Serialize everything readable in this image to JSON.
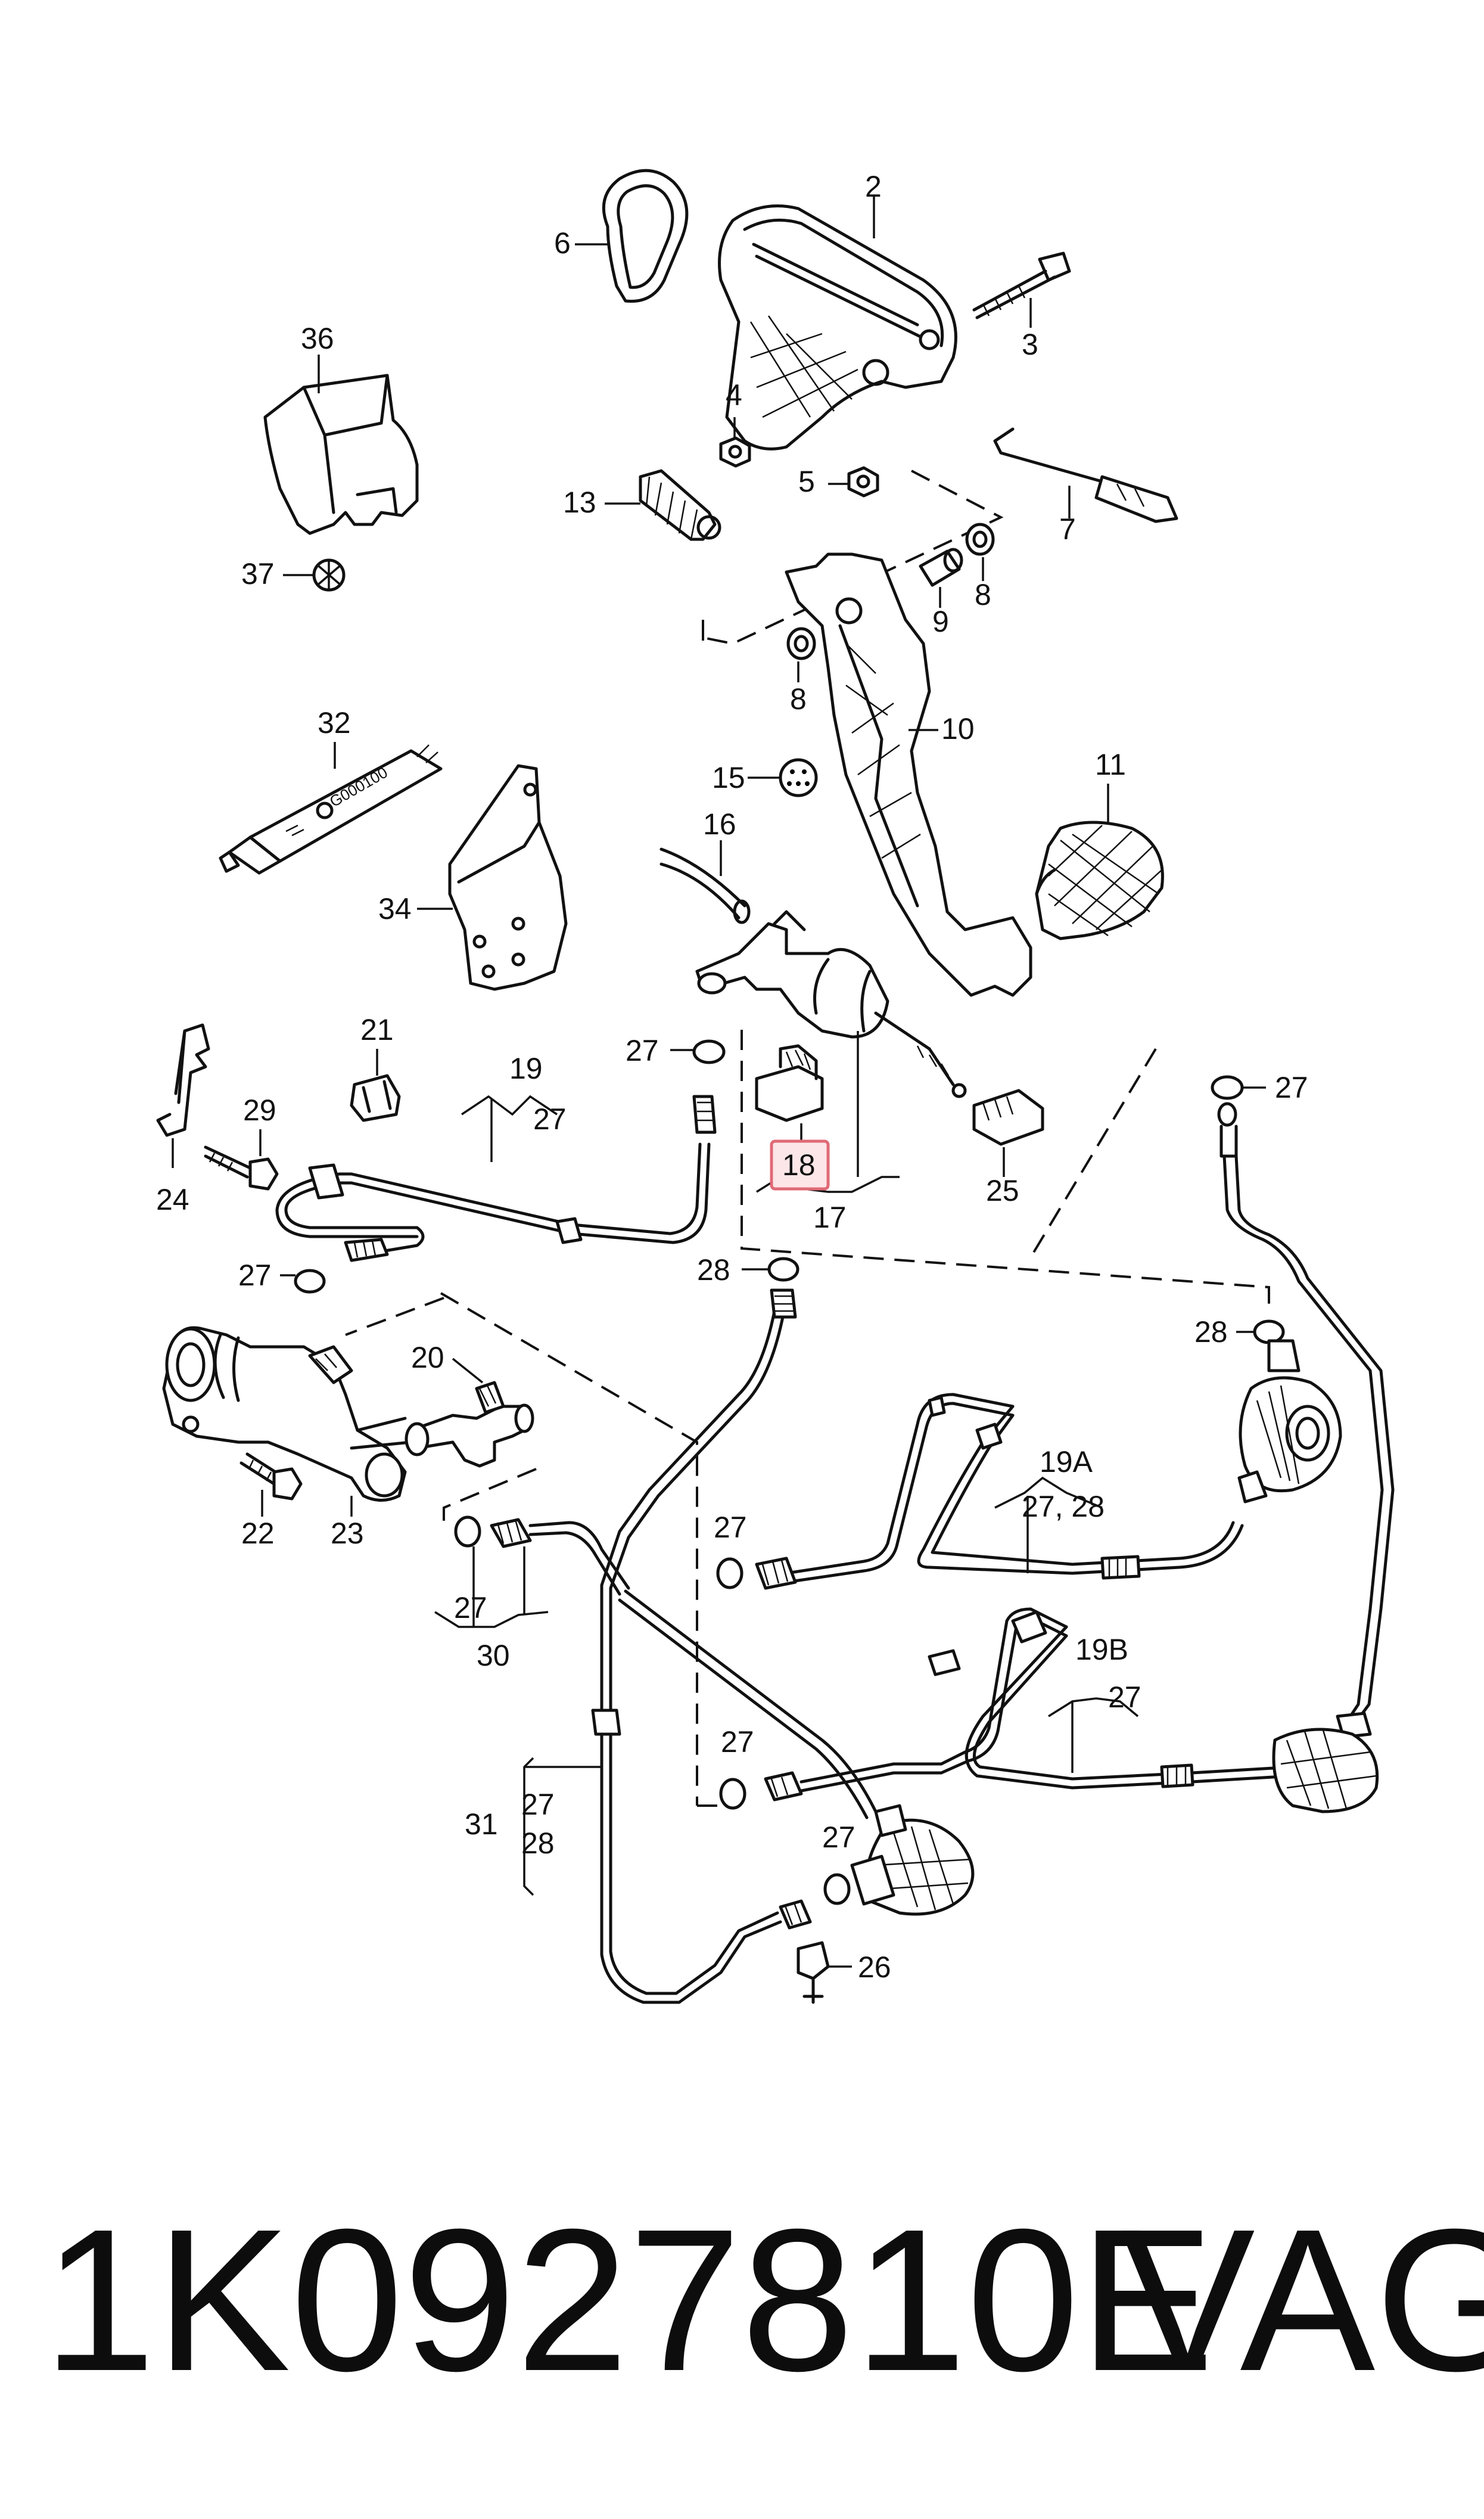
{
  "callouts": {
    "c2": "2",
    "c3": "3",
    "c4": "4",
    "c5": "5",
    "c6": "6",
    "c7": "7",
    "c8a": "8",
    "c8b": "8",
    "c9": "9",
    "c10": "10",
    "c11": "11",
    "c13": "13",
    "c15": "15",
    "c16": "16",
    "c17": "17",
    "c18": "18",
    "c19": "19",
    "c19_27": "27",
    "c19A": "19A",
    "c19A_2728": "27, 28",
    "c19B": "19B",
    "c19B_27": "27",
    "c20": "20",
    "c21": "21",
    "c22": "22",
    "c23": "23",
    "c24": "24",
    "c25": "25",
    "c26": "26",
    "c27a": "27",
    "c27b": "27",
    "c27c": "27",
    "c27d": "27",
    "c27e": "27",
    "c27f": "27",
    "c28a": "28",
    "c28b": "28",
    "c29": "29",
    "c30": "30",
    "c30_27": "27",
    "c31": "31",
    "c31_27": "27",
    "c31_28": "28",
    "c32": "32",
    "c34": "34",
    "c36": "36",
    "c37": "37"
  },
  "tube_print": "G000100",
  "highlight_color": "#e06a76",
  "footer": {
    "part_number": "1K0927810E",
    "brand": "VAG"
  }
}
